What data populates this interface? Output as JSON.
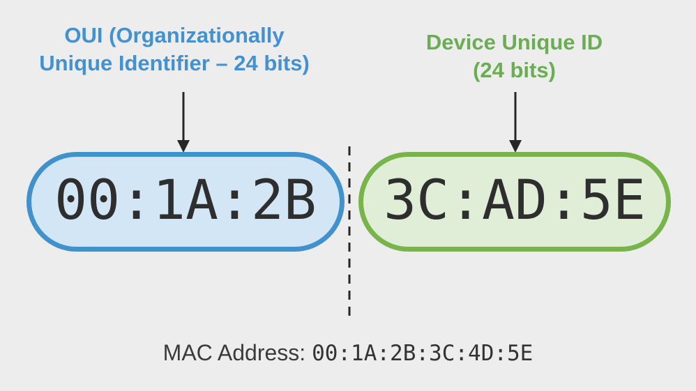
{
  "background_color": "#ededed",
  "oui": {
    "label_line1": "OUI (Organizationally",
    "label_line2": "Unique Identifier – 24 bits)",
    "label_color": "#4291d1",
    "value": "00:1A:2B",
    "pill_fill_color": "#d3e6f6",
    "pill_border_color": "#4191cc"
  },
  "device": {
    "label_line1": "Device Unique ID",
    "label_line2": "(24 bits)",
    "label_color": "#6bad52",
    "value": "3C:AD:5E",
    "pill_fill_color": "#e0eed7",
    "pill_border_color": "#77b44a"
  },
  "divider": {
    "style": "dashed-vertical-line",
    "color": "#262626"
  },
  "arrows": {
    "color": "#262626"
  },
  "footer": {
    "label": "MAC Address:",
    "value": "00:1A:2B:3C:4D:5E"
  },
  "value_text_color": "#2e2e2e"
}
